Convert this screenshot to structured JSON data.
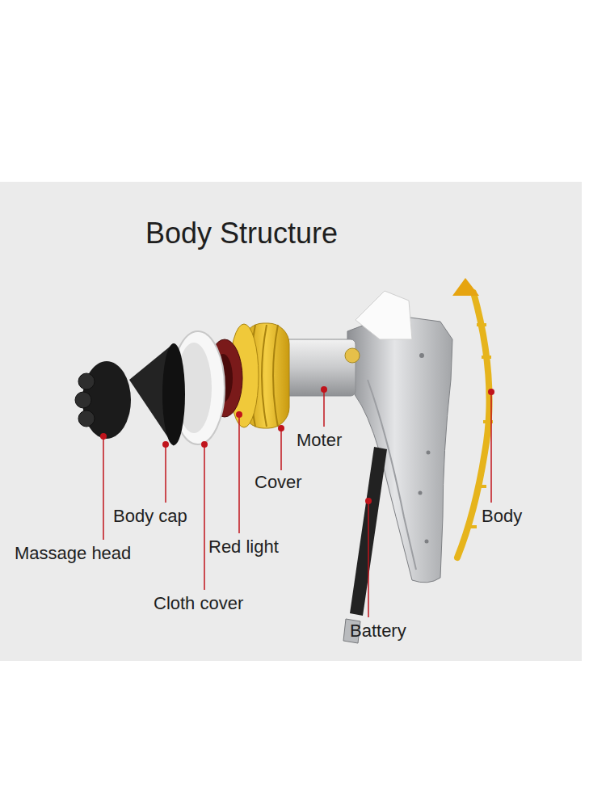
{
  "diagram": {
    "title": "Body Structure",
    "labels": [
      "Moter",
      "Cover",
      "Body cap",
      "Body",
      "Red light",
      "Massage head",
      "Cloth cover",
      "Battery"
    ]
  }
}
